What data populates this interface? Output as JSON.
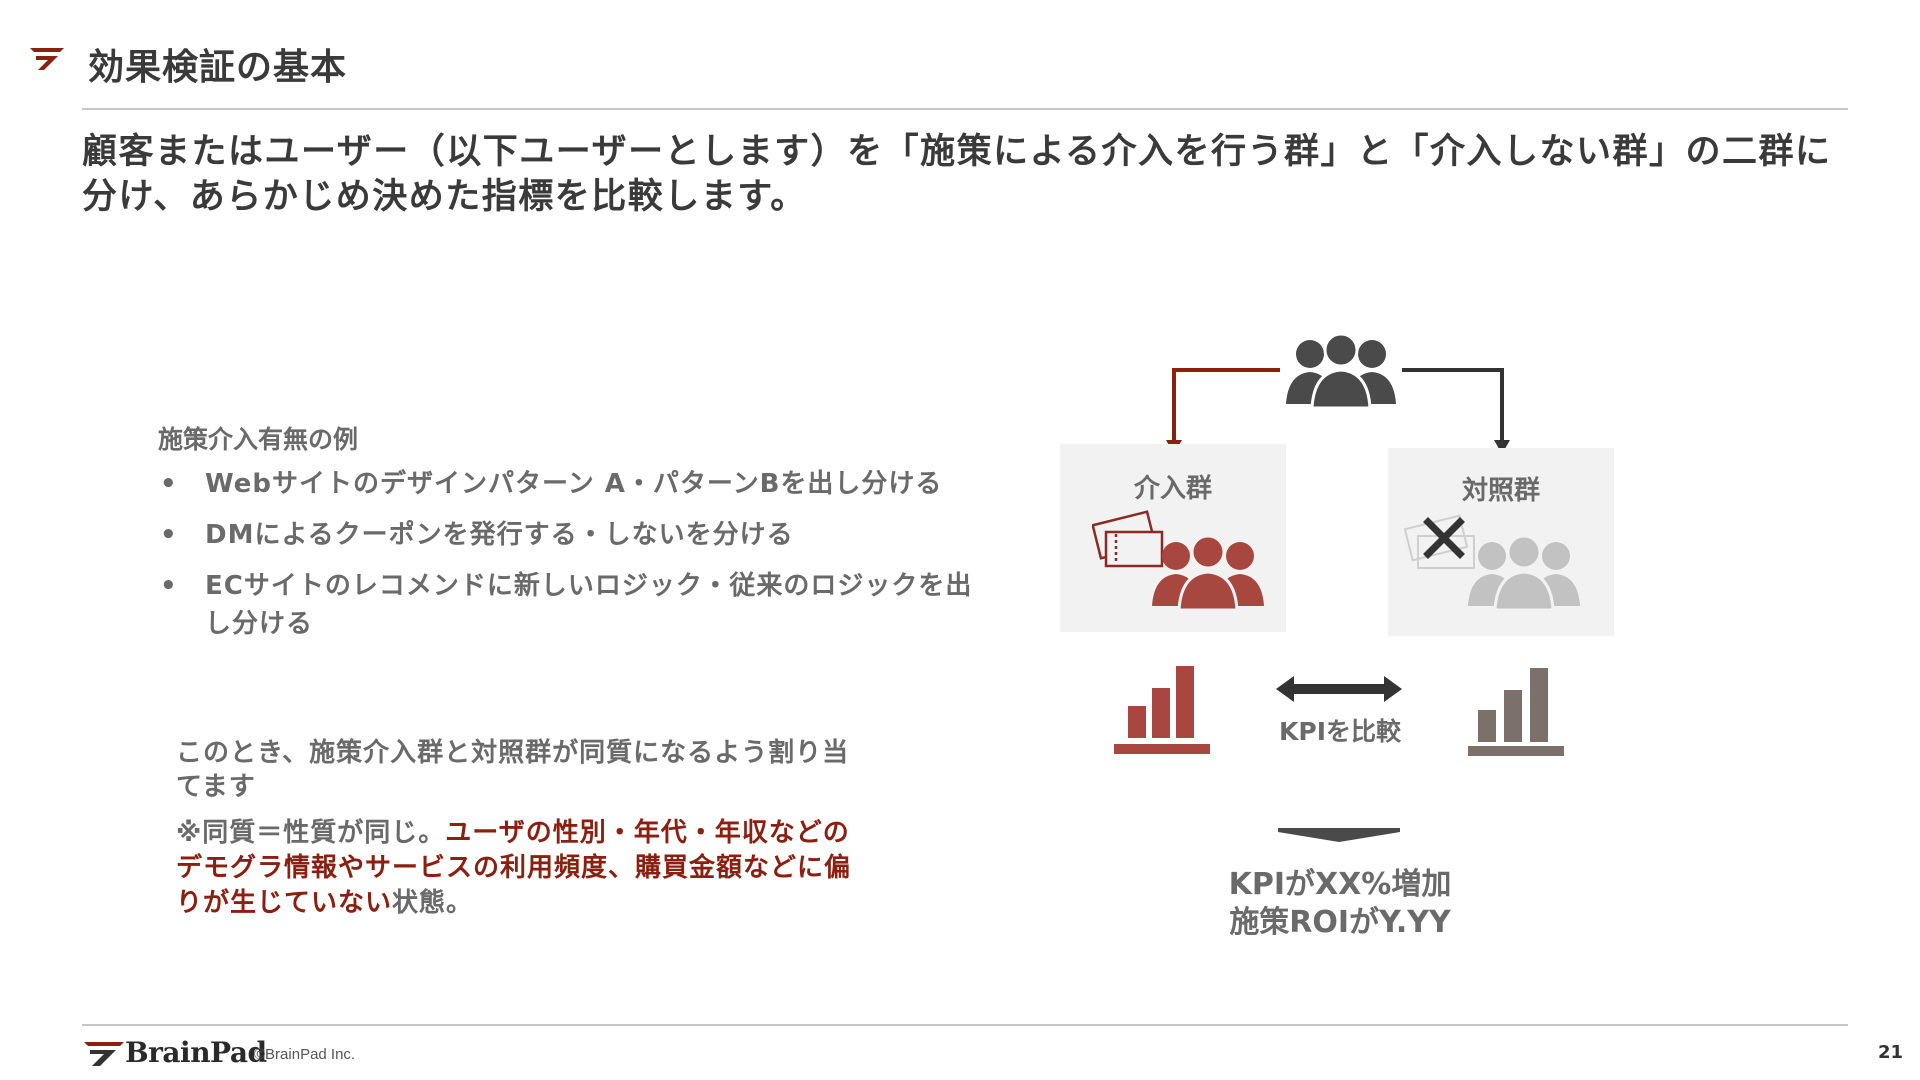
{
  "header": {
    "title": "効果検証の基本"
  },
  "lead": {
    "line1": "顧客またはユーザー（以下ユーザーとします）を「施策による介入を行う群」と「介入しない群」の二群に",
    "line2": "分け、あらかじめ決めた指標を比較します。"
  },
  "examples": {
    "title": "施策介入有無の例",
    "bullet_symbol": "•",
    "items": [
      {
        "text": "Webサイトのデザインパターン A・パターンBを出し分ける"
      },
      {
        "text": "DMによるクーポンを発行する・しないを分ける"
      },
      {
        "text": "ECサイトのレコメンドに新しいロジック・従来のロジックを出し分ける"
      }
    ]
  },
  "notes": {
    "line1": "このとき、施策介入群と対照群が同質になるよう割り当てます",
    "line2_prefix": "※同質＝性質が同じ。",
    "line2_highlight": "ユーザの性別・年代・年収などのデモグラ情報やサービスの利用頻度、購買金額などに偏りが生じていない",
    "line2_suffix": "状態。"
  },
  "diagram": {
    "treatment_label": "介入群",
    "control_label": "対照群",
    "compare_label": "KPIを比較",
    "result_line1": "KPIがXX%増加",
    "result_line2": "施策ROIがY.YY",
    "icons": [
      "group-icon",
      "coupon-icon",
      "cross-icon",
      "bar-chart-icon",
      "double-arrow-icon",
      "down-chevron-icon"
    ]
  },
  "footer": {
    "logo_text": "BrainPad",
    "copyright": "©BrainPad Inc.",
    "page_number": "21"
  },
  "colors": {
    "accent_red": "#8b1f10",
    "chart_red": "#a8473f",
    "chart_gray": "#7c706b",
    "dark": "#3a3a3a",
    "text_gray": "#6a6a6a",
    "box_bg": "#f3f2f2"
  }
}
